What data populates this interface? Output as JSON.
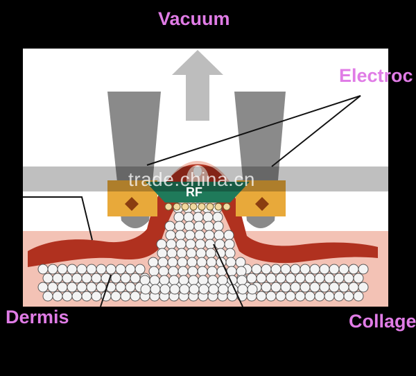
{
  "labels": {
    "vacuum": "Vacuum",
    "electrode": "Electroc",
    "dermis": "Dermis",
    "collagen": "Collage",
    "rf": "RF"
  },
  "watermark": "trade.china.cn",
  "colors": {
    "label": "#e07ce6",
    "skin_red": "#b0311f",
    "skin_pink": "#f3c2b5",
    "electrode_gray": "#8a8a8a",
    "rf_green": "#1f7a5a",
    "pad_orange": "#e8a93a"
  }
}
